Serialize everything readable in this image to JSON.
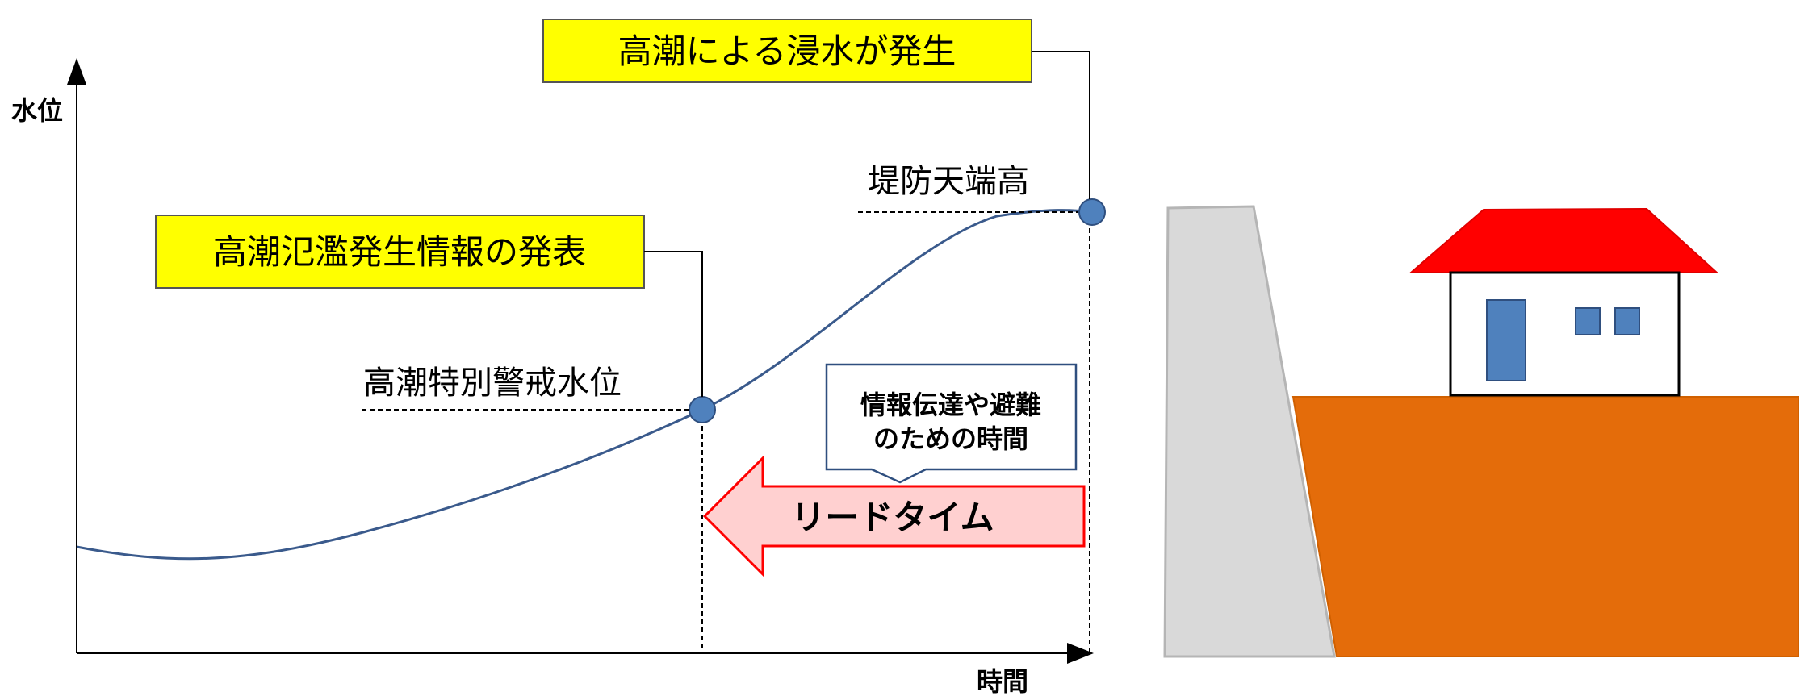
{
  "axes": {
    "y_label": "水位",
    "x_label": "時間"
  },
  "levels": {
    "special_warning": "高潮特別警戒水位",
    "embankment_crest": "堤防天端高"
  },
  "callouts": {
    "announcement": "高潮氾濫発生情報の発表",
    "inundation": "高潮による浸水が発生"
  },
  "lead_time": {
    "label": "リードタイム",
    "note_line1": "情報伝達や避難",
    "note_line2": "のための時間"
  },
  "colors": {
    "callout_fill": "#ffff00",
    "curve": "#3a5a8c",
    "marker": "#4f81bd",
    "arrow_fill": "#ffd0d0",
    "arrow_stroke": "#ff0000",
    "wall": "#d9d9d9",
    "ground": "#e46c0a",
    "roof": "#ff0000",
    "window": "#4f81bd"
  }
}
